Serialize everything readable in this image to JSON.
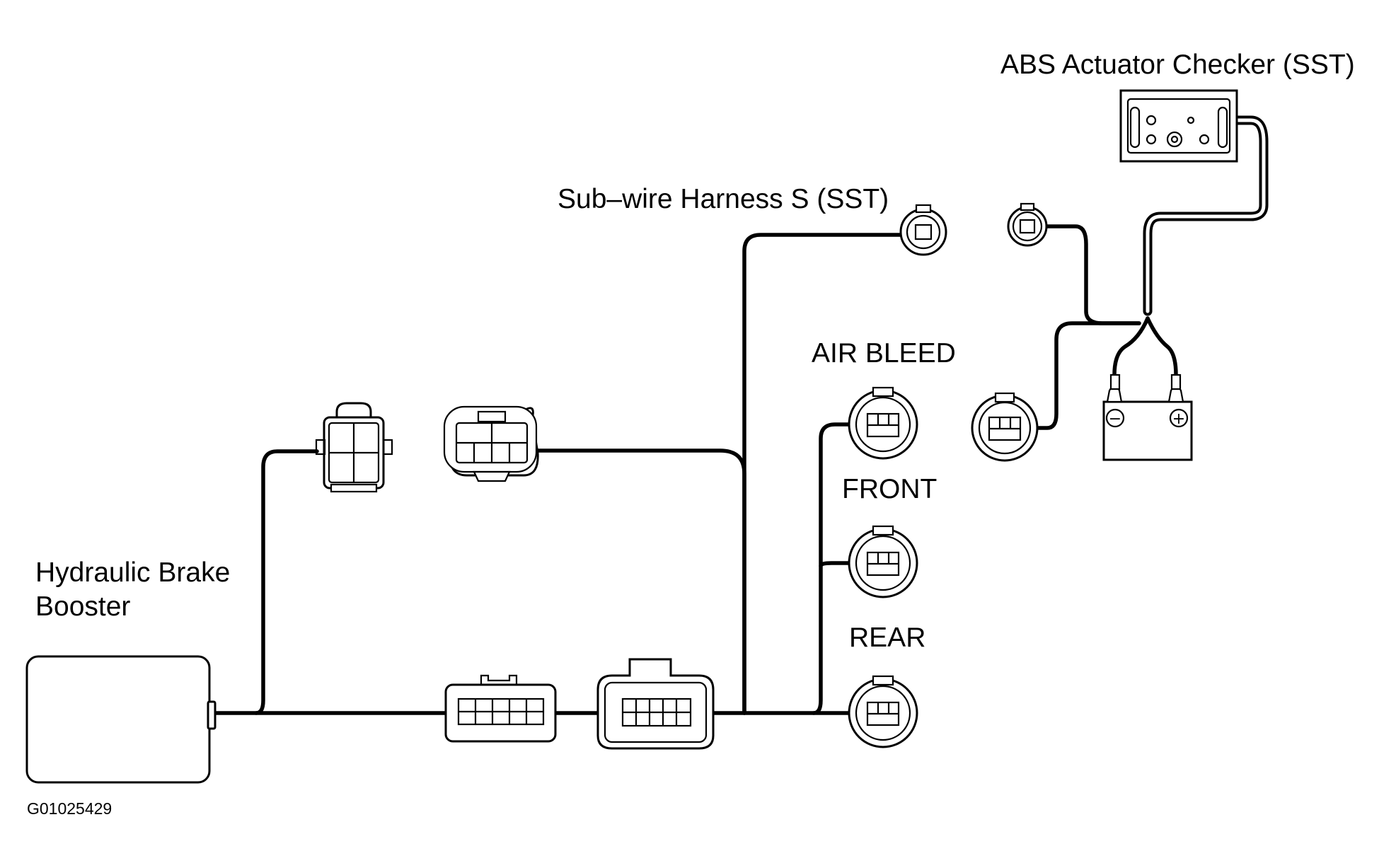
{
  "labels": {
    "checker": "ABS Actuator Checker (SST)",
    "subwire": "Sub–wire Harness S (SST)",
    "air_bleed": "AIR BLEED",
    "front": "FRONT",
    "rear": "REAR",
    "booster_line1": "Hydraulic Brake",
    "booster_line2": "Booster",
    "figure_id": "G01025429"
  },
  "icons": {
    "battery_minus": "−",
    "battery_plus": "+"
  },
  "colors": {
    "ink": "#000000",
    "background": "#ffffff"
  }
}
